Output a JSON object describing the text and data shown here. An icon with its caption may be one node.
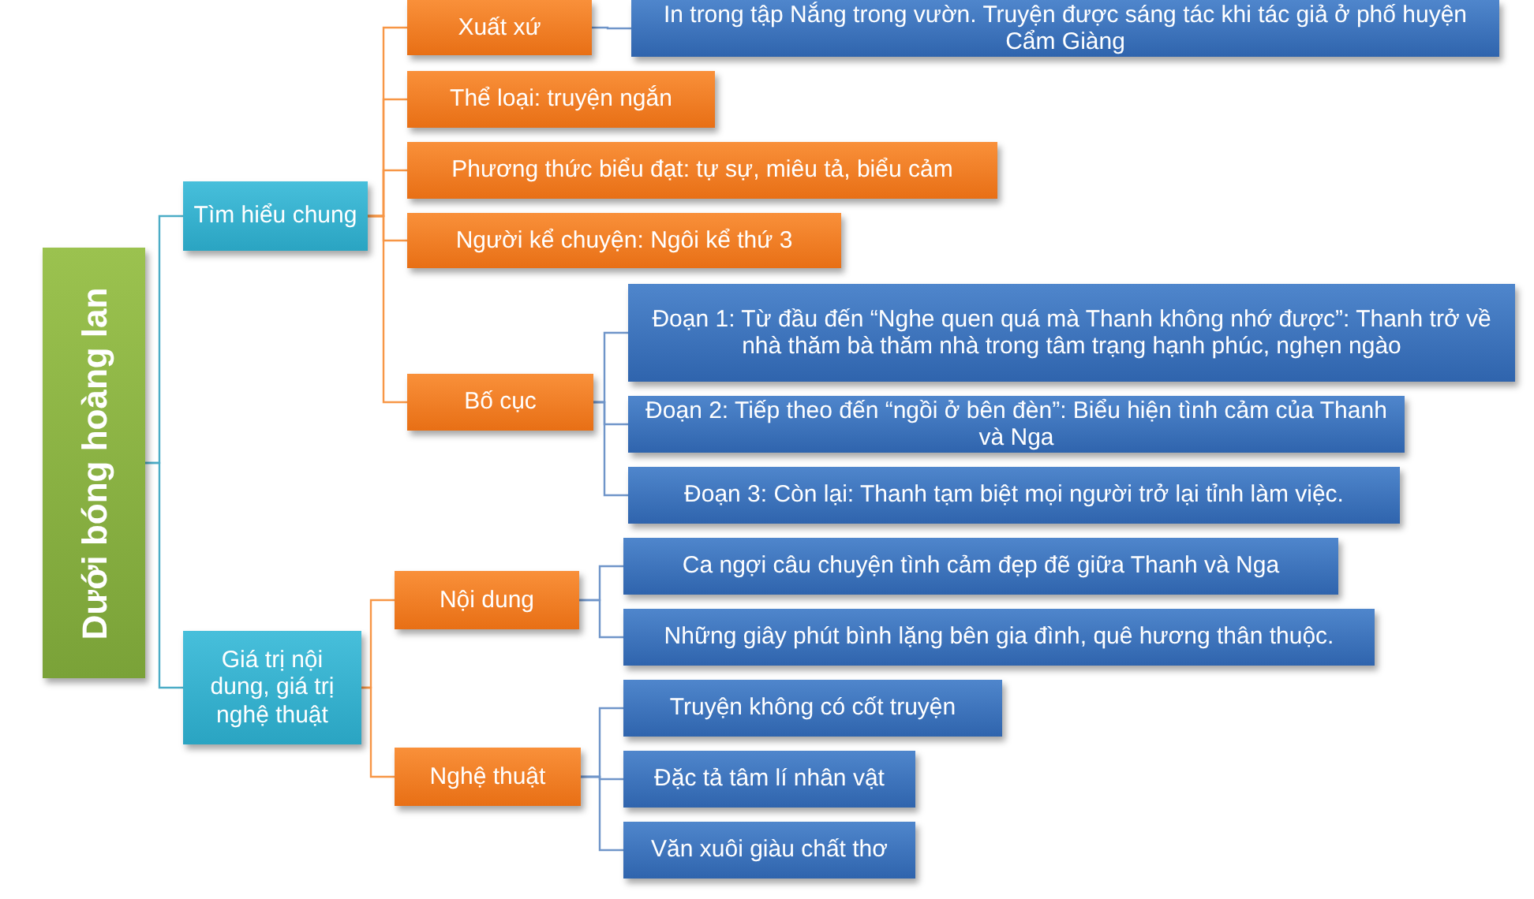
{
  "diagram": {
    "nodes": [
      {
        "text": [
          "Dưới bóng hoàng lan"
        ]
      },
      {
        "text": [
          "Tìm hiểu chung"
        ]
      },
      {
        "text": [
          "Xuất xứ"
        ]
      },
      {
        "text": [
          "In trong tập Nắng trong vườn. Truyện được sáng tác khi tác giả ở phố huyện Cẩm Giàng"
        ]
      },
      {
        "text": [
          "Thể loại: truyện ngắn"
        ]
      },
      {
        "text": [
          "Phương thức biểu đạt: tự sự, miêu tả, biểu cảm"
        ]
      },
      {
        "text": [
          "Người kể chuyện: Ngôi kể thứ 3"
        ]
      },
      {
        "text": [
          "Bố cục"
        ]
      },
      {
        "text": [
          "Đoạn 1: Từ đầu đến “Nghe quen quá mà Thanh không nhớ được”: Thanh trở về nhà thăm bà thăm nhà trong tâm trạng hạnh phúc, nghẹn ngào"
        ]
      },
      {
        "text": [
          "Đoạn 2: Tiếp theo đến “ngồi ở bên đèn”: Biểu hiện tình cảm của Thanh và Nga"
        ]
      },
      {
        "text": [
          "Đoạn 3: Còn lại: Thanh tạm biệt mọi người trở lại tỉnh làm việc."
        ]
      },
      {
        "text": [
          "Giá trị nội dung, giá trị nghệ thuật"
        ]
      },
      {
        "text": [
          "Nội dung"
        ]
      },
      {
        "text": [
          "Nghệ thuật"
        ]
      },
      {
        "text": [
          "Ca ngợi câu chuyện tình cảm đẹp đẽ giữa Thanh và Nga"
        ]
      },
      {
        "text": [
          "Những giây phút bình lặng bên gia đình, quê hương thân thuộc."
        ]
      },
      {
        "text": [
          "Truyện không có cốt truyện"
        ]
      },
      {
        "text": [
          "Đặc tả tâm lí nhân vật"
        ]
      },
      {
        "text": [
          "Văn xuôi giàu chất thơ"
        ]
      }
    ],
    "edges": [
      {
        "from": 0,
        "to": 1,
        "arrow": "none",
        "color": "#4bacc6"
      },
      {
        "from": 0,
        "to": 11,
        "arrow": "none",
        "color": "#4bacc6"
      },
      {
        "from": 1,
        "to": 2,
        "arrow": "none",
        "color": "#f79646"
      },
      {
        "from": 1,
        "to": 4,
        "arrow": "none",
        "color": "#f79646"
      },
      {
        "from": 1,
        "to": 5,
        "arrow": "none",
        "color": "#f79646"
      },
      {
        "from": 1,
        "to": 6,
        "arrow": "none",
        "color": "#f79646"
      },
      {
        "from": 1,
        "to": 7,
        "arrow": "none",
        "color": "#f79646"
      },
      {
        "from": 2,
        "to": 3,
        "arrow": "none"
      },
      {
        "from": 7,
        "to": 8,
        "arrow": "none"
      },
      {
        "from": 7,
        "to": 9,
        "arrow": "none"
      },
      {
        "from": 7,
        "to": 10,
        "arrow": "none"
      },
      {
        "from": 11,
        "to": 12,
        "arrow": "none",
        "color": "#f79646"
      },
      {
        "from": 11,
        "to": 13,
        "arrow": "none",
        "color": "#f79646"
      },
      {
        "from": 12,
        "to": 14,
        "arrow": "none"
      },
      {
        "from": 12,
        "to": 15,
        "arrow": "none"
      },
      {
        "from": 13,
        "to": 16,
        "arrow": "none"
      },
      {
        "from": 13,
        "to": 17,
        "arrow": "none"
      },
      {
        "from": 13,
        "to": 18,
        "arrow": "none"
      }
    ]
  }
}
